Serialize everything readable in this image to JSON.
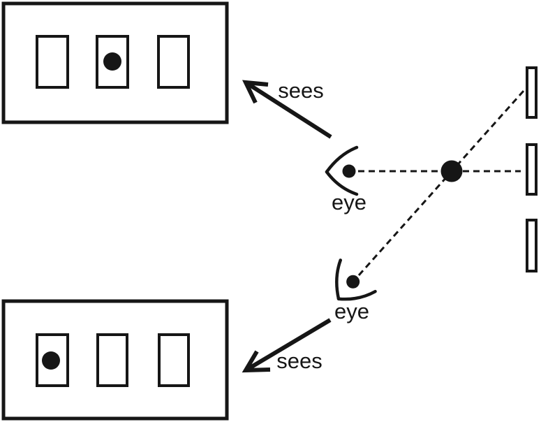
{
  "colors": {
    "ink": "#161616",
    "paper": "#ffffff"
  },
  "labels": {
    "sees_top": "sees",
    "sees_bottom": "sees",
    "eye_middle": "eye",
    "eye_bottom": "eye"
  },
  "scene": {
    "aperture_slit_count": 3,
    "object": "dot",
    "eye_count": 2
  },
  "percepts": {
    "top": {
      "slit_count": 3,
      "dot_visible_in": "middle"
    },
    "bottom": {
      "slit_count": 3,
      "dot_visible_in": "left"
    }
  },
  "icons": [
    "eye-icon",
    "sees-arrow-icon",
    "object-dot-icon",
    "aperture-slit-icon",
    "sightline-icon"
  ]
}
